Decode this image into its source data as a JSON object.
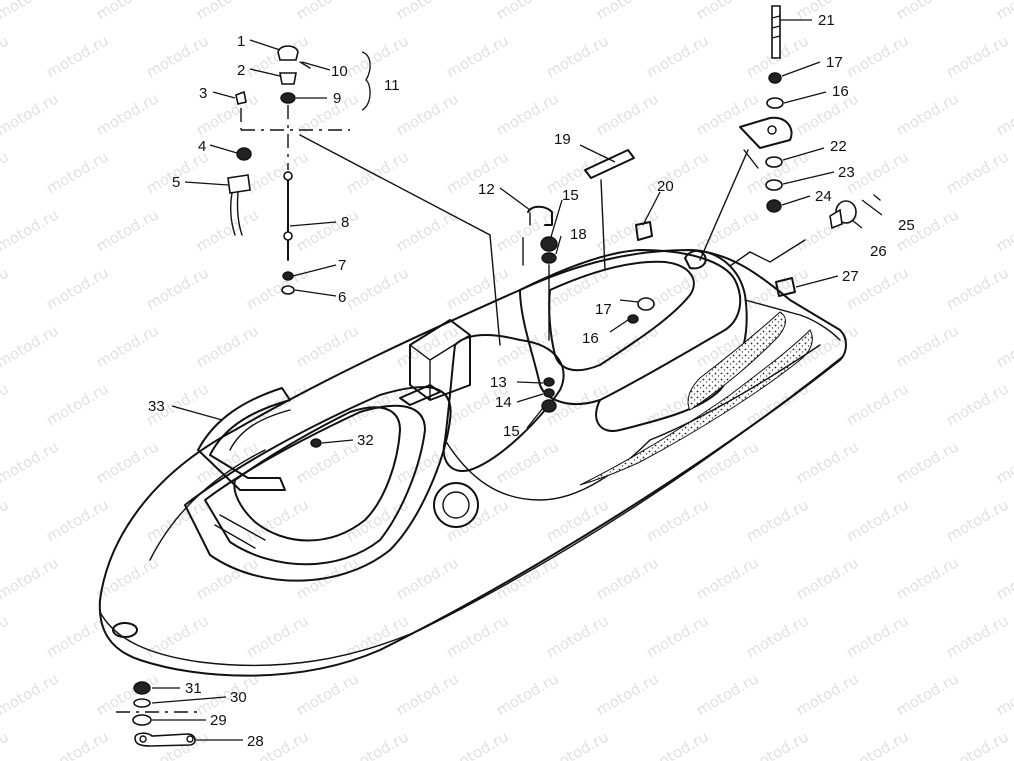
{
  "watermark": "motod.ru",
  "callouts": [
    "1",
    "2",
    "3",
    "4",
    "5",
    "6",
    "7",
    "8",
    "9",
    "10",
    "11",
    "12",
    "13",
    "14",
    "15",
    "15",
    "16",
    "16",
    "17",
    "17",
    "18",
    "19",
    "20",
    "21",
    "22",
    "23",
    "24",
    "25",
    "26",
    "27",
    "28",
    "29",
    "30",
    "31",
    "32",
    "33"
  ],
  "colors": {
    "ink": "#111111",
    "paper": "#ffffff",
    "watermark": "#c9c9c9"
  }
}
